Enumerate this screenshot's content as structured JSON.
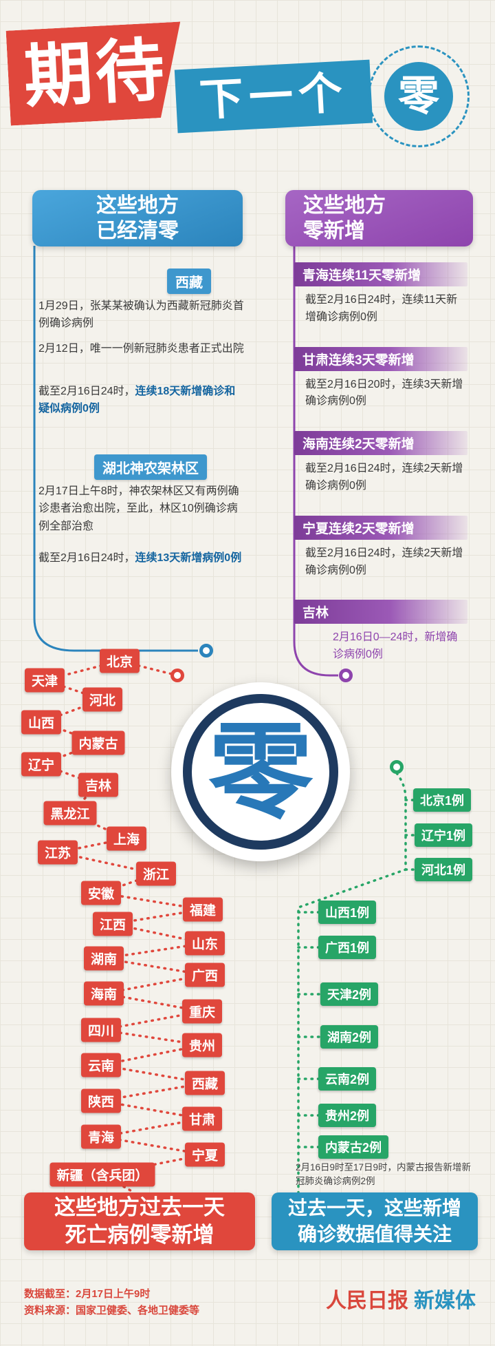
{
  "header": {
    "word1": "期待",
    "word2": "下一个",
    "circle_char": "零"
  },
  "left_section": {
    "title_line1": "这些地方",
    "title_line2": "已经清零",
    "xizang": {
      "label": "西藏",
      "p1": "1月29日，张某某被确认为西藏新冠肺炎首例确诊病例",
      "p2": "2月12日，唯一一例新冠肺炎患者正式出院",
      "p3_normal": "截至2月16日24时，",
      "p3_bold": "连续18天新增确诊和疑似病例0例"
    },
    "shennongjia": {
      "label": "湖北神农架林区",
      "p1": "2月17日上午8时，神农架林区又有两例确诊患者治愈出院，至此，林区10例确诊病例全部治愈",
      "p2_normal": "截至2月16日24时，",
      "p2_bold": "连续13天新增病例0例"
    }
  },
  "right_section": {
    "title_line1": "这些地方",
    "title_line2": "零新增",
    "items": [
      {
        "label": "青海连续11天零新增",
        "desc": "截至2月16日24时，连续11天新增确诊病例0例"
      },
      {
        "label": "甘肃连续3天零新增",
        "desc": "截至2月16日20时，连续3天新增确诊病例0例"
      },
      {
        "label": "海南连续2天零新增",
        "desc": "截至2月16日24时，连续2天新增确诊病例0例"
      },
      {
        "label": "宁夏连续2天零新增",
        "desc": "截至2月16日24时，连续2天新增确诊病例0例"
      },
      {
        "label": "吉林",
        "desc": "2月16日0—24时，新增确诊病例0例"
      }
    ]
  },
  "center": {
    "char": "零"
  },
  "red_list": {
    "items": [
      "北京",
      "天津",
      "河北",
      "山西",
      "内蒙古",
      "辽宁",
      "吉林",
      "黑龙江",
      "上海",
      "江苏",
      "浙江",
      "安徽",
      "福建",
      "江西",
      "山东",
      "湖南",
      "广西",
      "海南",
      "重庆",
      "四川",
      "贵州",
      "云南",
      "西藏",
      "陕西",
      "甘肃",
      "青海",
      "宁夏",
      "新疆（含兵团）"
    ]
  },
  "green_list": {
    "items": [
      "北京1例",
      "辽宁1例",
      "河北1例",
      "山西1例",
      "广西1例",
      "天津2例",
      "湖南2例",
      "云南2例",
      "贵州2例",
      "内蒙古2例"
    ],
    "note": "2月16日9时至17日9时，内蒙古报告新增新冠肺炎确诊病例2例"
  },
  "bottom": {
    "red_banner_line1": "这些地方过去一天",
    "red_banner_line2": "死亡病例零新增",
    "teal_banner_line1": "过去一天，这些新增",
    "teal_banner_line2": "确诊数据值得关注"
  },
  "footer": {
    "data_cutoff": "数据截至：2月17日上午9时",
    "source": "资料来源：国家卫健委、各地卫健委等",
    "logo_main": "人民日报",
    "logo_sub": "新媒体"
  },
  "colors": {
    "red": "#e0473c",
    "teal": "#2a93c0",
    "blue": "#2b84bc",
    "purple": "#8e44ad",
    "green": "#27a567",
    "navy": "#1e3a5f",
    "zero_blue": "#2878b8",
    "paper": "#f4f2ec"
  }
}
